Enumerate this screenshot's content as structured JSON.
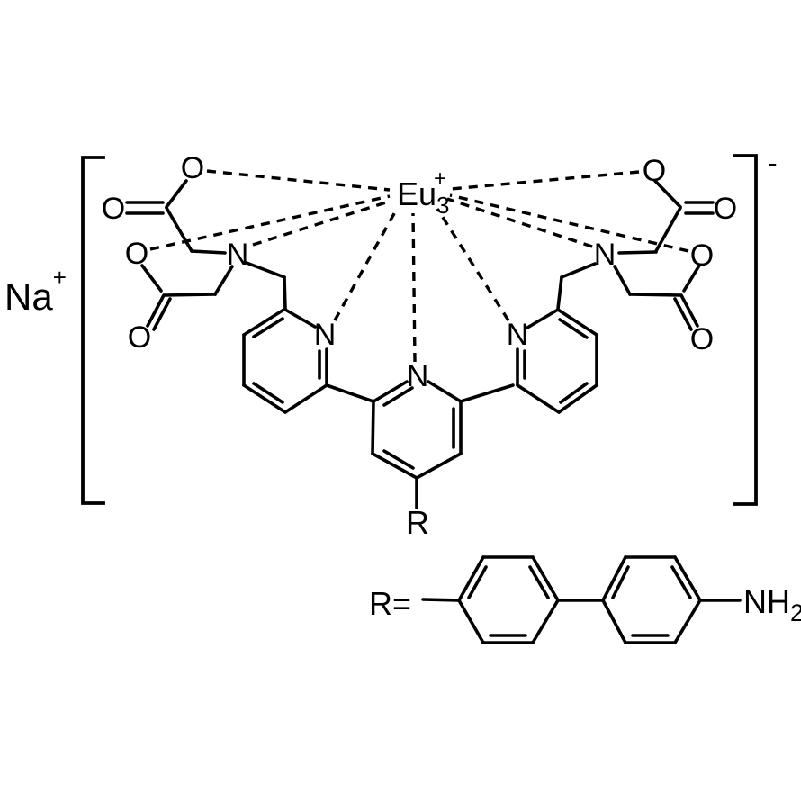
{
  "compound": {
    "counterion": "Na",
    "counterion_charge": "+",
    "complex_charge": "-",
    "central_ion": "Eu",
    "central_ion_subscript": "3",
    "central_ion_charge": "+",
    "oxygen_label": "O",
    "nitrogen_label": "N",
    "substituent_label": "R",
    "substituent_prefix": "R=",
    "amine_label": "NH",
    "amine_subscript": "2"
  },
  "structure": {
    "type": "chemical-structure-diagram",
    "description_elements": {
      "central_metal": "Eu3+ nine-coordinate center",
      "ligand": "terpyridine with two bis(carboxymethyl)aminomethyl arms",
      "coordination_bond_count": 9,
      "r_group": "4'-amino-biphenyl-4-yl"
    }
  }
}
